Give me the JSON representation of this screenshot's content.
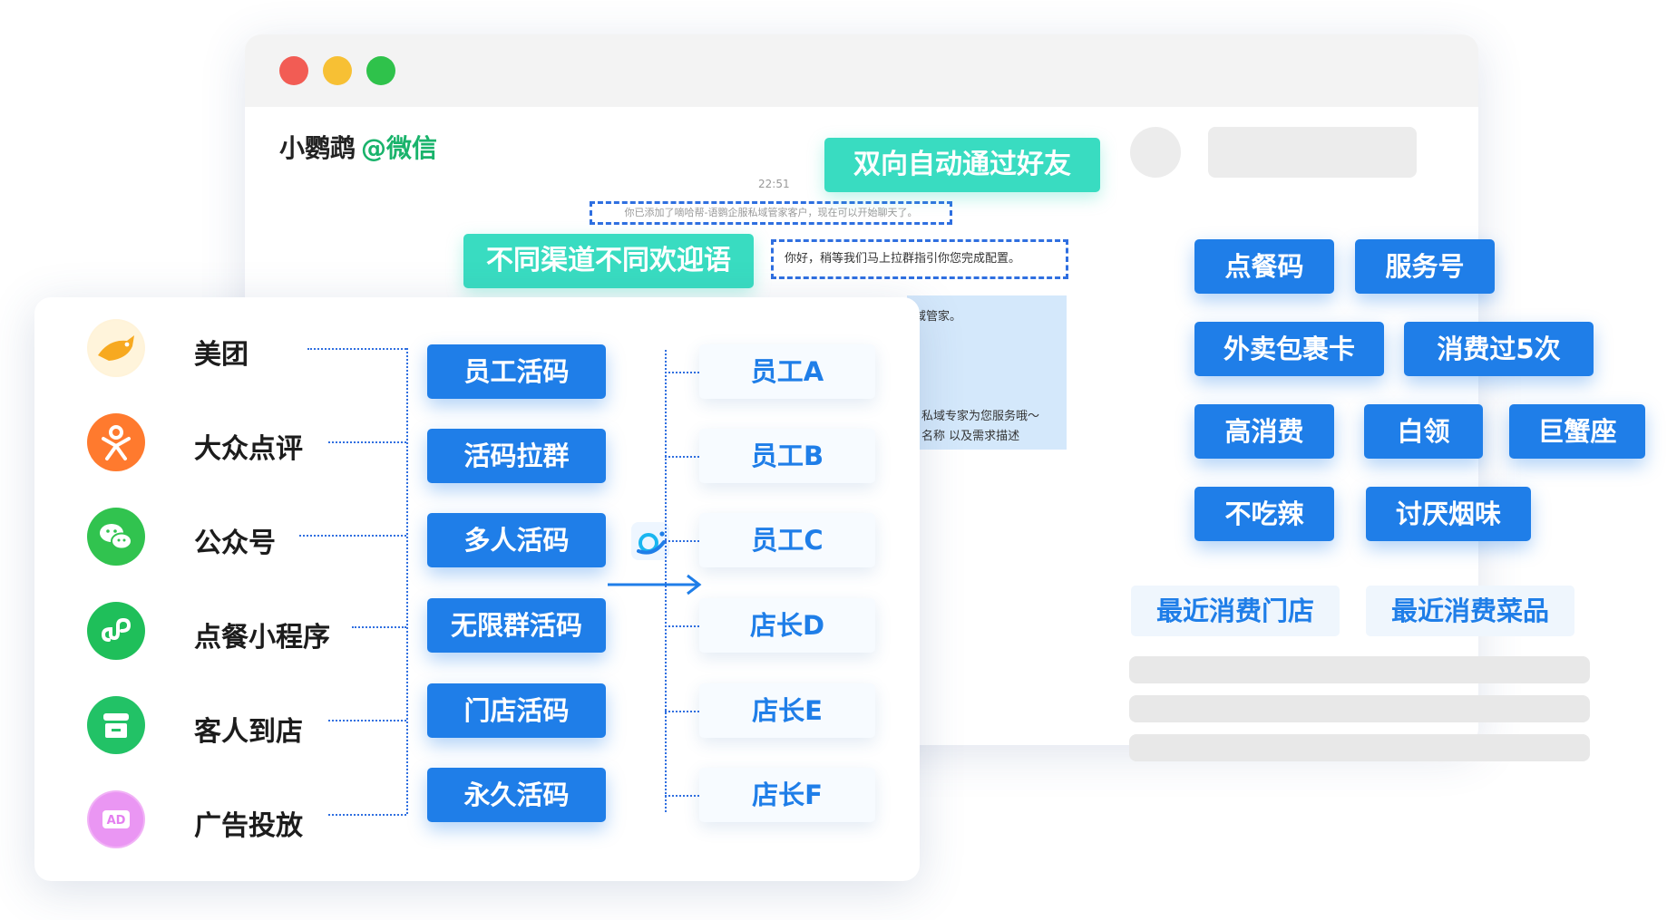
{
  "window": {
    "title_name": "小鹦鹉",
    "title_channel": "@微信",
    "time": "22:51",
    "system_message": "你已添加了嘀哈帮-语鹦企服私域管家客户，现在可以开始聊天了。",
    "greeting_message": "你好，稍等我们马上拉群指引你您完成配置。",
    "bubble_line1": "域管家。",
    "bubble_line2": "私域专家为您服务哦～",
    "bubble_line3": "名称 以及需求描述"
  },
  "callouts": {
    "auto_accept": "双向自动通过好友",
    "channel_welcome": "不同渠道不同欢迎语"
  },
  "tags": {
    "row1": [
      "点餐码",
      "服务号"
    ],
    "row2": [
      "外卖包裹卡",
      "消费过5次"
    ],
    "row3": [
      "高消费",
      "白领",
      "巨蟹座"
    ],
    "row4": [
      "不吃辣",
      "讨厌烟味"
    ],
    "light": [
      "最近消费门店",
      "最近消费菜品"
    ]
  },
  "sources": [
    {
      "label": "美团",
      "icon": "meituan-kangaroo-icon",
      "color": "#ffc73a"
    },
    {
      "label": "大众点评",
      "icon": "dianping-icon",
      "color": "#ff7a2e"
    },
    {
      "label": "公众号",
      "icon": "wechat-icon",
      "color": "#31c34f"
    },
    {
      "label": "点餐小程序",
      "icon": "mini-program-icon",
      "color": "#1fbf5a"
    },
    {
      "label": "客人到店",
      "icon": "store-icon",
      "color": "#22c266"
    },
    {
      "label": "广告投放",
      "icon": "ad-icon",
      "color": "#e47ff0",
      "icon_text": "AD"
    }
  ],
  "codes": [
    "员工活码",
    "活码拉群",
    "多人活码",
    "无限群活码",
    "门店活码",
    "永久活码"
  ],
  "staff": [
    "员工A",
    "员工B",
    "员工C",
    "店长D",
    "店长E",
    "店长F"
  ]
}
